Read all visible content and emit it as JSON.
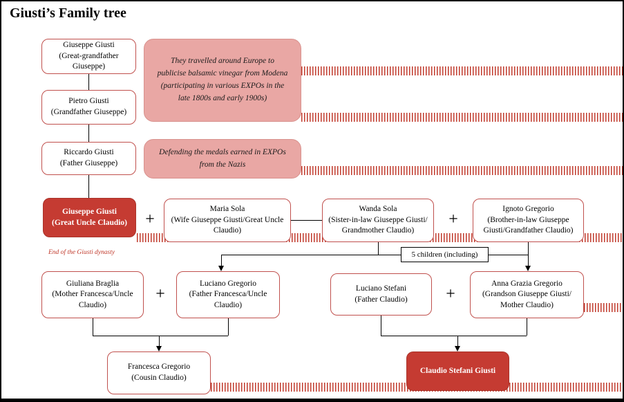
{
  "title": "Giusti’s Family tree",
  "colors": {
    "accent_red": "#c53b32",
    "box_border_red": "#c0504d",
    "note_pink": "#e9a7a4",
    "stripe_red": "#c0392b"
  },
  "labels": {
    "plus": "+",
    "five_children": "5 children (including)",
    "dynasty_end": "End of the Giusti dynasty"
  },
  "notes": {
    "europe_expos": "They travelled around Europe to publicise balsamic vinegar from Modena (participating in various EXPOs in the late 1800s and early 1900s)",
    "medals_nazis": "Defending the medals earned in EXPOs from the Nazis"
  },
  "people": {
    "giuseppe_ggf": {
      "name": "Giuseppe Giusti",
      "role": "(Great-grandfather Giuseppe)"
    },
    "pietro": {
      "name": "Pietro Giusti",
      "role": "(Grandfather Giuseppe)"
    },
    "riccardo": {
      "name": "Riccardo Giusti",
      "role": "(Father Giuseppe)"
    },
    "giuseppe_uncle": {
      "name": "Giuseppe Giusti",
      "role": "(Great Uncle Claudio)"
    },
    "maria": {
      "name": "Maria Sola",
      "role": "(Wife Giuseppe Giusti/Great Uncle Claudio)"
    },
    "wanda": {
      "name": "Wanda Sola",
      "role": "(Sister-in-law Giuseppe Giusti/ Grandmother Claudio)"
    },
    "ignoto": {
      "name": "Ignoto Gregorio",
      "role": "(Brother-in-law Giuseppe Giusti/Grandfather Claudio)"
    },
    "giuliana": {
      "name": "Giuliana Braglia",
      "role": "(Mother Francesca/Uncle Claudio)"
    },
    "luciano_gregorio": {
      "name": "Luciano Gregorio",
      "role": "(Father Francesca/Uncle Claudio)"
    },
    "luciano_stefani": {
      "name": "Luciano Stefani",
      "role": "(Father Claudio)"
    },
    "anna_grazia": {
      "name": "Anna Grazia Gregorio",
      "role": "(Grandson Giuseppe Giusti/ Mother Claudio)"
    },
    "francesca": {
      "name": "Francesca Gregorio",
      "role": "(Cousin Claudio)"
    },
    "claudio": {
      "name": "Claudio Stefani Giusti"
    }
  }
}
